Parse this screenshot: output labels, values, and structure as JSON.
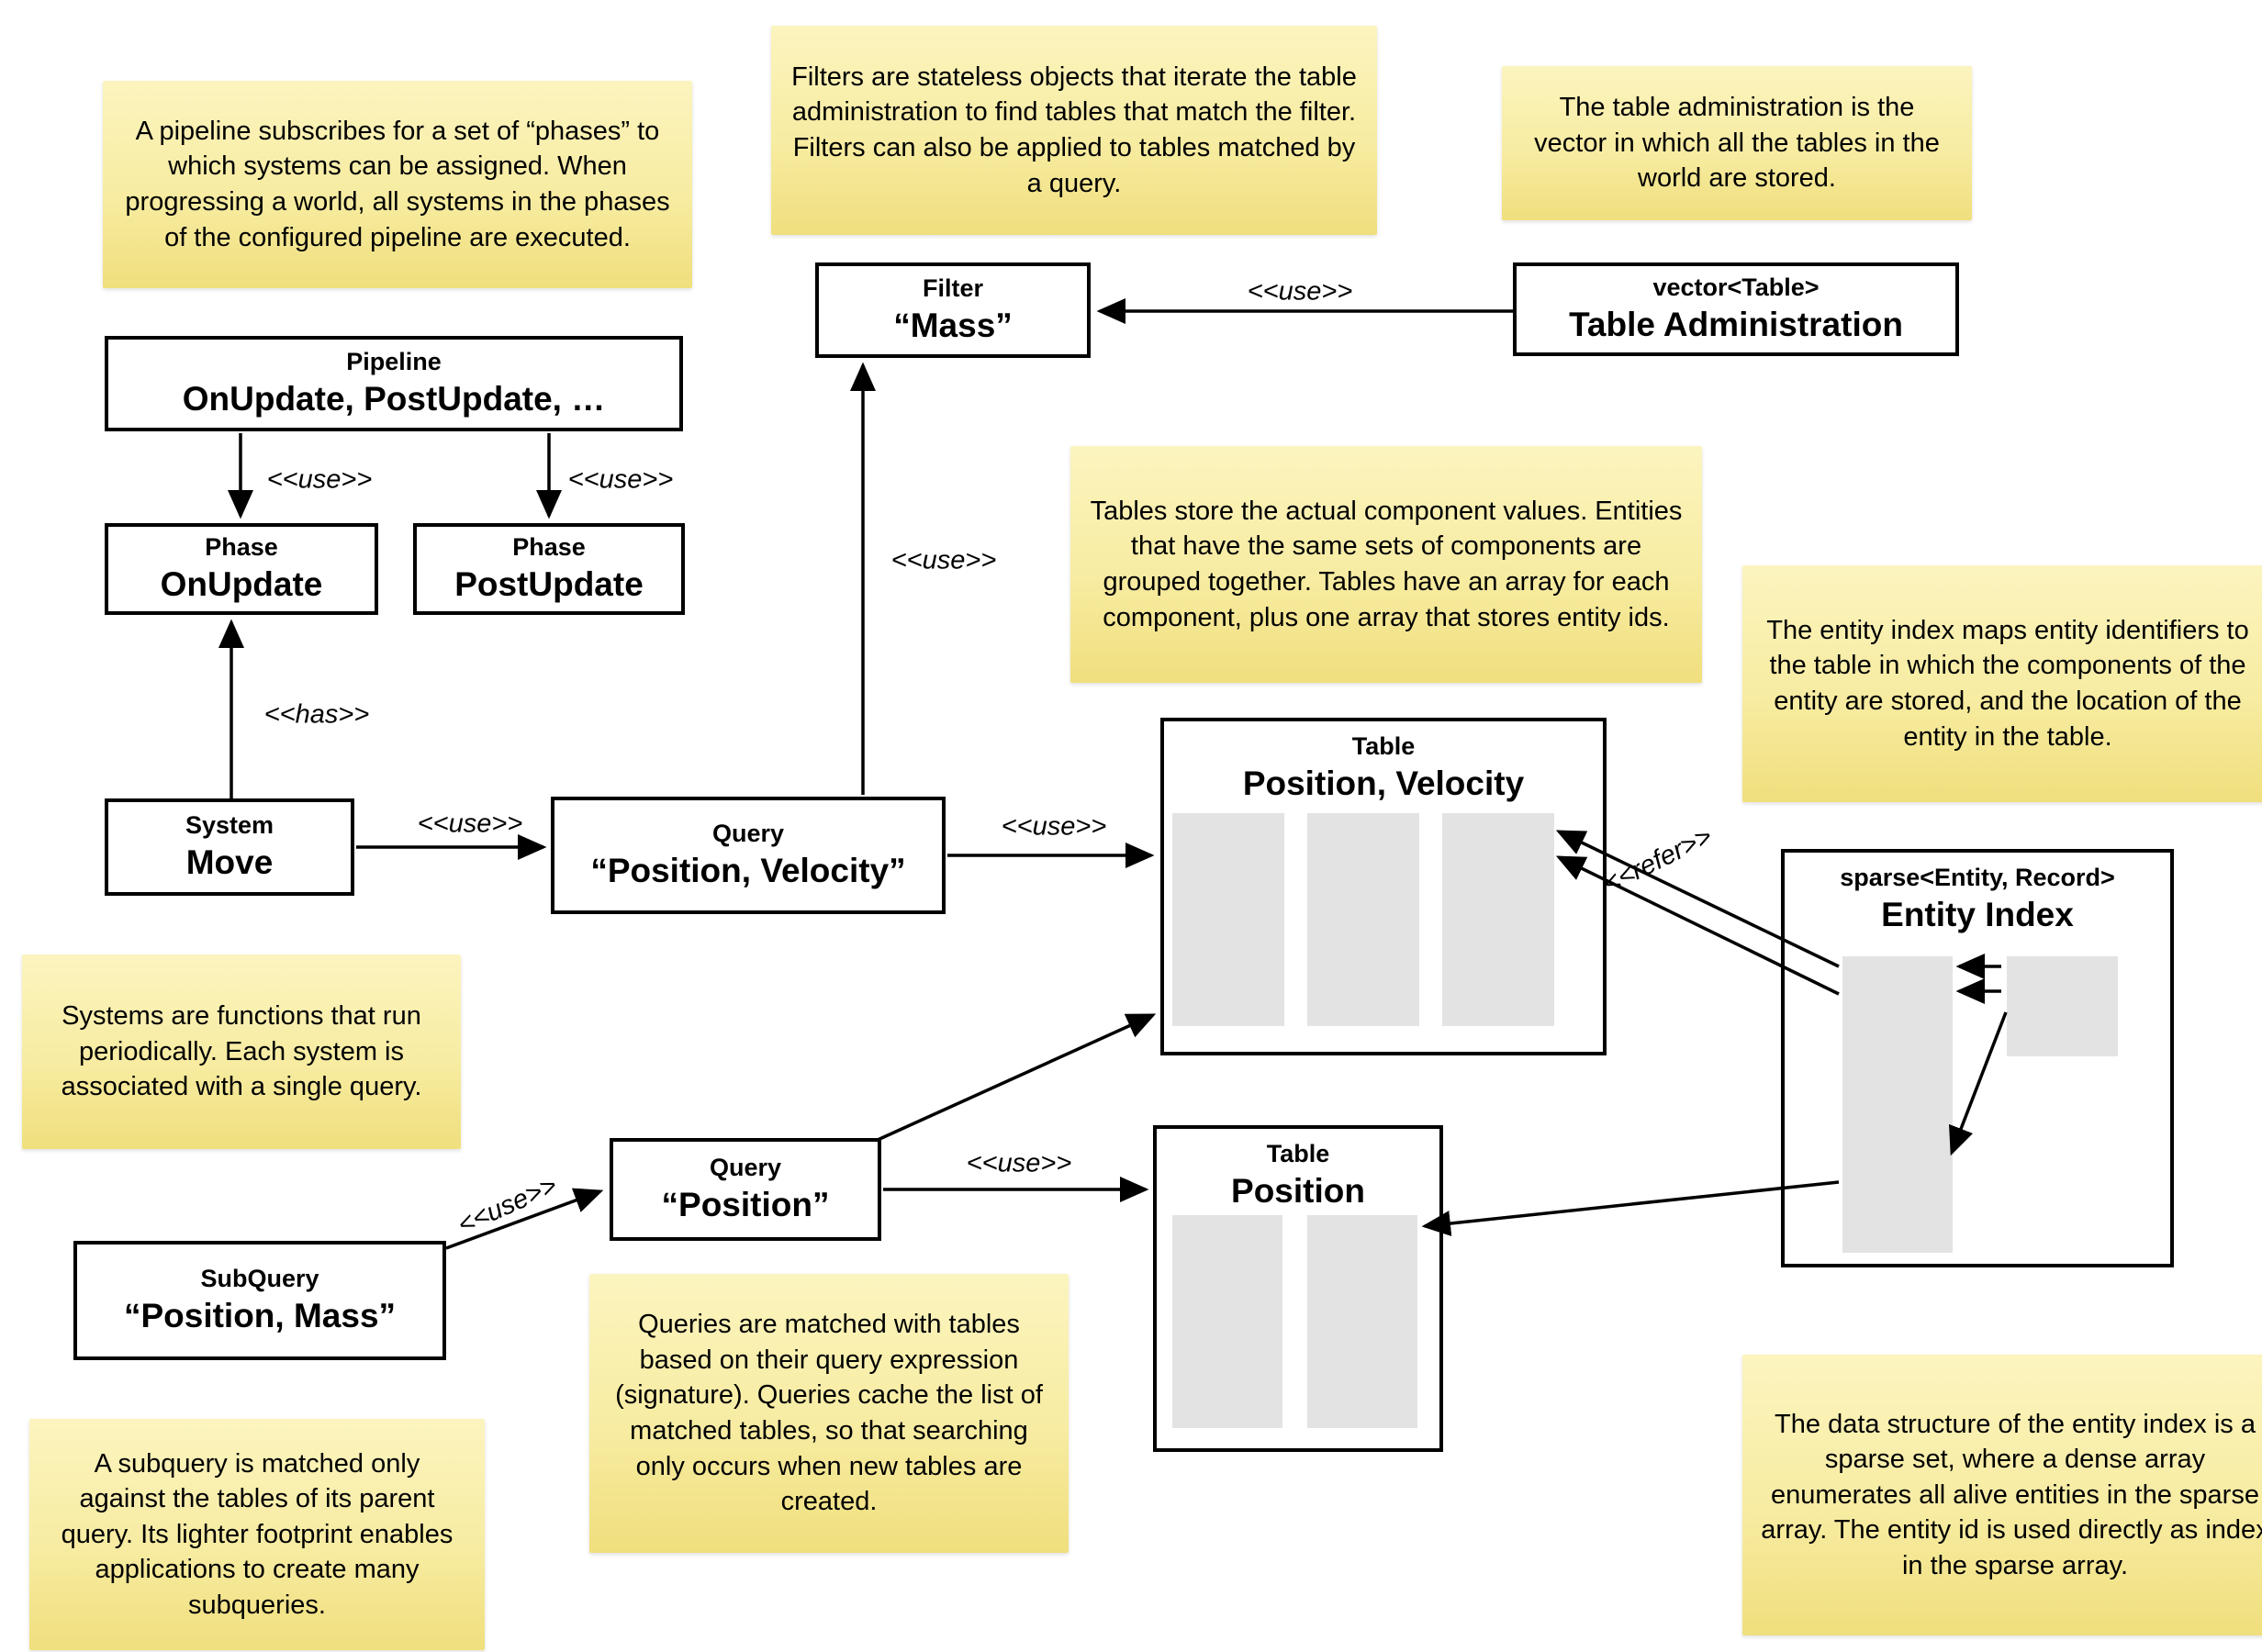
{
  "colors": {
    "note_bg_top": "#fcf4bf",
    "note_bg_bottom": "#f0df7d",
    "box_border": "#000000",
    "gray_fill": "#e3e3e3"
  },
  "labels": {
    "use": "<<use>>",
    "has": "<<has>>",
    "refer": "<<refer>>"
  },
  "boxes": {
    "pipeline": {
      "title": "Pipeline",
      "subtitle": "OnUpdate, PostUpdate, …"
    },
    "phase_onupdate": {
      "title": "Phase",
      "subtitle": "OnUpdate"
    },
    "phase_postupdate": {
      "title": "Phase",
      "subtitle": "PostUpdate"
    },
    "system_move": {
      "title": "System",
      "subtitle": "Move"
    },
    "filter_mass": {
      "title": "Filter",
      "subtitle": "“Mass”"
    },
    "table_administration": {
      "title": "vector<Table>",
      "subtitle": "Table Administration"
    },
    "query_position_velocity": {
      "title": "Query",
      "subtitle": "“Position, Velocity”"
    },
    "query_position": {
      "title": "Query",
      "subtitle": "“Position”"
    },
    "subquery": {
      "title": "SubQuery",
      "subtitle": "“Position, Mass”"
    },
    "table_position_velocity": {
      "title": "Table",
      "subtitle": "Position, Velocity"
    },
    "table_position": {
      "title": "Table",
      "subtitle": "Position"
    },
    "entity_index": {
      "title": "sparse<Entity, Record>",
      "subtitle": "Entity Index"
    }
  },
  "notes": {
    "pipeline": "A pipeline subscribes for a set of “phases” to which systems can be assigned. When progressing a world, all systems in the phases of the configured pipeline are executed.",
    "filters": "Filters are stateless objects that iterate the table administration to find tables that match the filter. Filters can also be applied to tables matched by a query.",
    "table_administration": "The table administration is the vector in which all the tables in the world are stored.",
    "tables": "Tables store the actual component values. Entities that have the same sets of components are grouped together. Tables have an array for each component, plus one array that stores entity ids.",
    "entity_index": "The entity index maps entity identifiers to the table in which the components of the entity are stored, and the location of the entity in the table.",
    "systems": "Systems are functions that run periodically. Each system is associated with a single query.",
    "queries": "Queries are matched with tables based on their query expression (signature). Queries cache the list of matched tables, so that searching only occurs when new tables are created.",
    "subquery": "A subquery is matched only against the tables of its parent query. Its lighter footprint enables applications to create many subqueries.",
    "sparse_set": "The data structure of the entity index is a sparse set, where a dense array enumerates all alive entities in the sparse array. The entity id is used directly as index in the sparse array."
  }
}
